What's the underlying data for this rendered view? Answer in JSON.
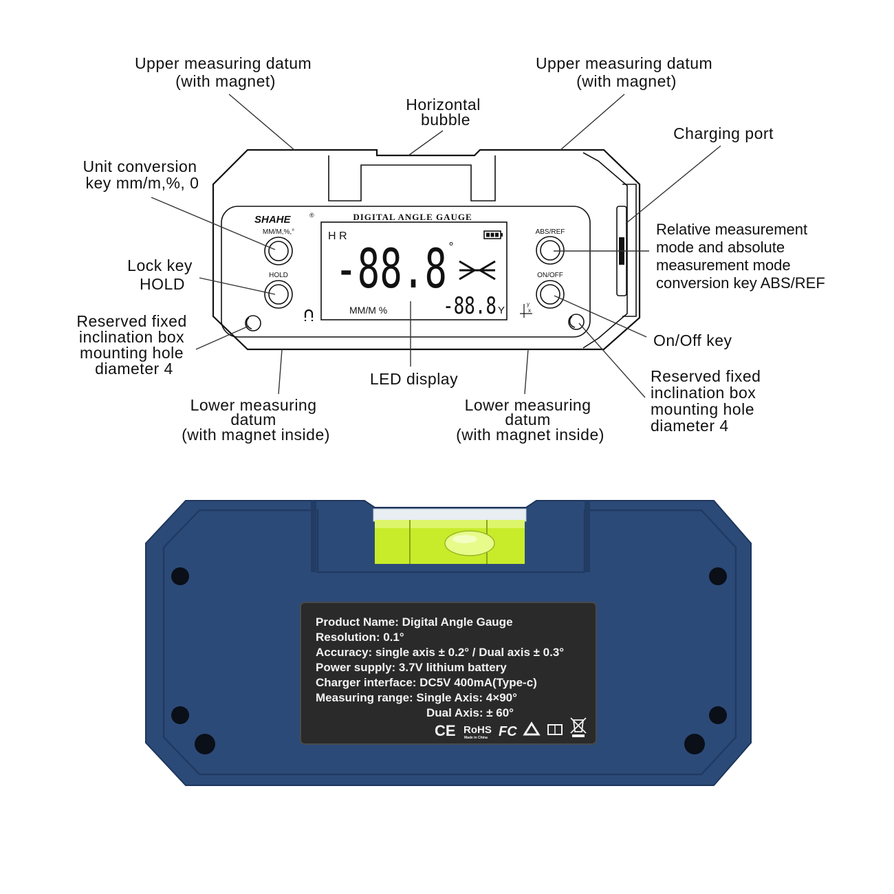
{
  "labels": {
    "upper_left": [
      "Upper measuring datum",
      "(with magnet)"
    ],
    "upper_right": [
      "Upper measuring datum",
      "(with magnet)"
    ],
    "horizontal_bubble": [
      "Horizontal",
      "bubble"
    ],
    "charging_port": "Charging port",
    "unit_conversion": [
      "Unit conversion",
      "key mm/m,%, 0"
    ],
    "lock_key": [
      "Lock key",
      "HOLD"
    ],
    "reserved_left": [
      "Reserved fixed",
      "inclination box",
      "mounting hole",
      "diameter 4"
    ],
    "relative_mode": [
      "Relative measurement",
      "mode and absolute",
      "measurement mode",
      "conversion key ABS/REF"
    ],
    "on_off_key": "On/Off key",
    "reserved_right": [
      "Reserved fixed",
      "inclination box",
      "mounting hole",
      "diameter 4"
    ],
    "led_display": "LED display",
    "lower_left": [
      "Lower measuring",
      "datum",
      "(with magnet inside)"
    ],
    "lower_right": [
      "Lower measuring",
      "datum",
      "(with magnet inside)"
    ]
  },
  "device": {
    "brand": "SHAHE",
    "brand_mark": "®",
    "title": "DIGITAL ANGLE GAUGE",
    "btn_unit": "MM/M,%,°",
    "btn_hold": "HOLD",
    "btn_absref": "ABS/REF",
    "btn_onoff": "ON/OFF",
    "lcd_hr": "H R",
    "lcd_main": "-88.8",
    "lcd_degree": "°",
    "lcd_sub": "-88.8",
    "lcd_y": "Y",
    "lcd_units": "MM/M %",
    "axis_y": "y",
    "axis_x": "x"
  },
  "spec_plate": {
    "lines": [
      "Product Name:  Digital Angle Gauge",
      "Resolution:  0.1°",
      "Accuracy:  single axis ± 0.2°  /  Dual axis ± 0.3°",
      "Power supply:  3.7V lithium battery",
      "Charger interface:  DC5V 400mA(Type-c)",
      "Measuring range:  Single Axis: 4×90°"
    ],
    "dual_axis_line": "Dual Axis: ± 60°",
    "cert_ce": "CE",
    "cert_rohs": "RoHS",
    "cert_rohs_sub": "Made in China",
    "cert_fc": "FC"
  },
  "colors": {
    "body_blue": "#2c4a78",
    "body_blue_dark": "#213a60",
    "plate": "#2a2a2a",
    "bubble_green": "#c8ec2a"
  }
}
